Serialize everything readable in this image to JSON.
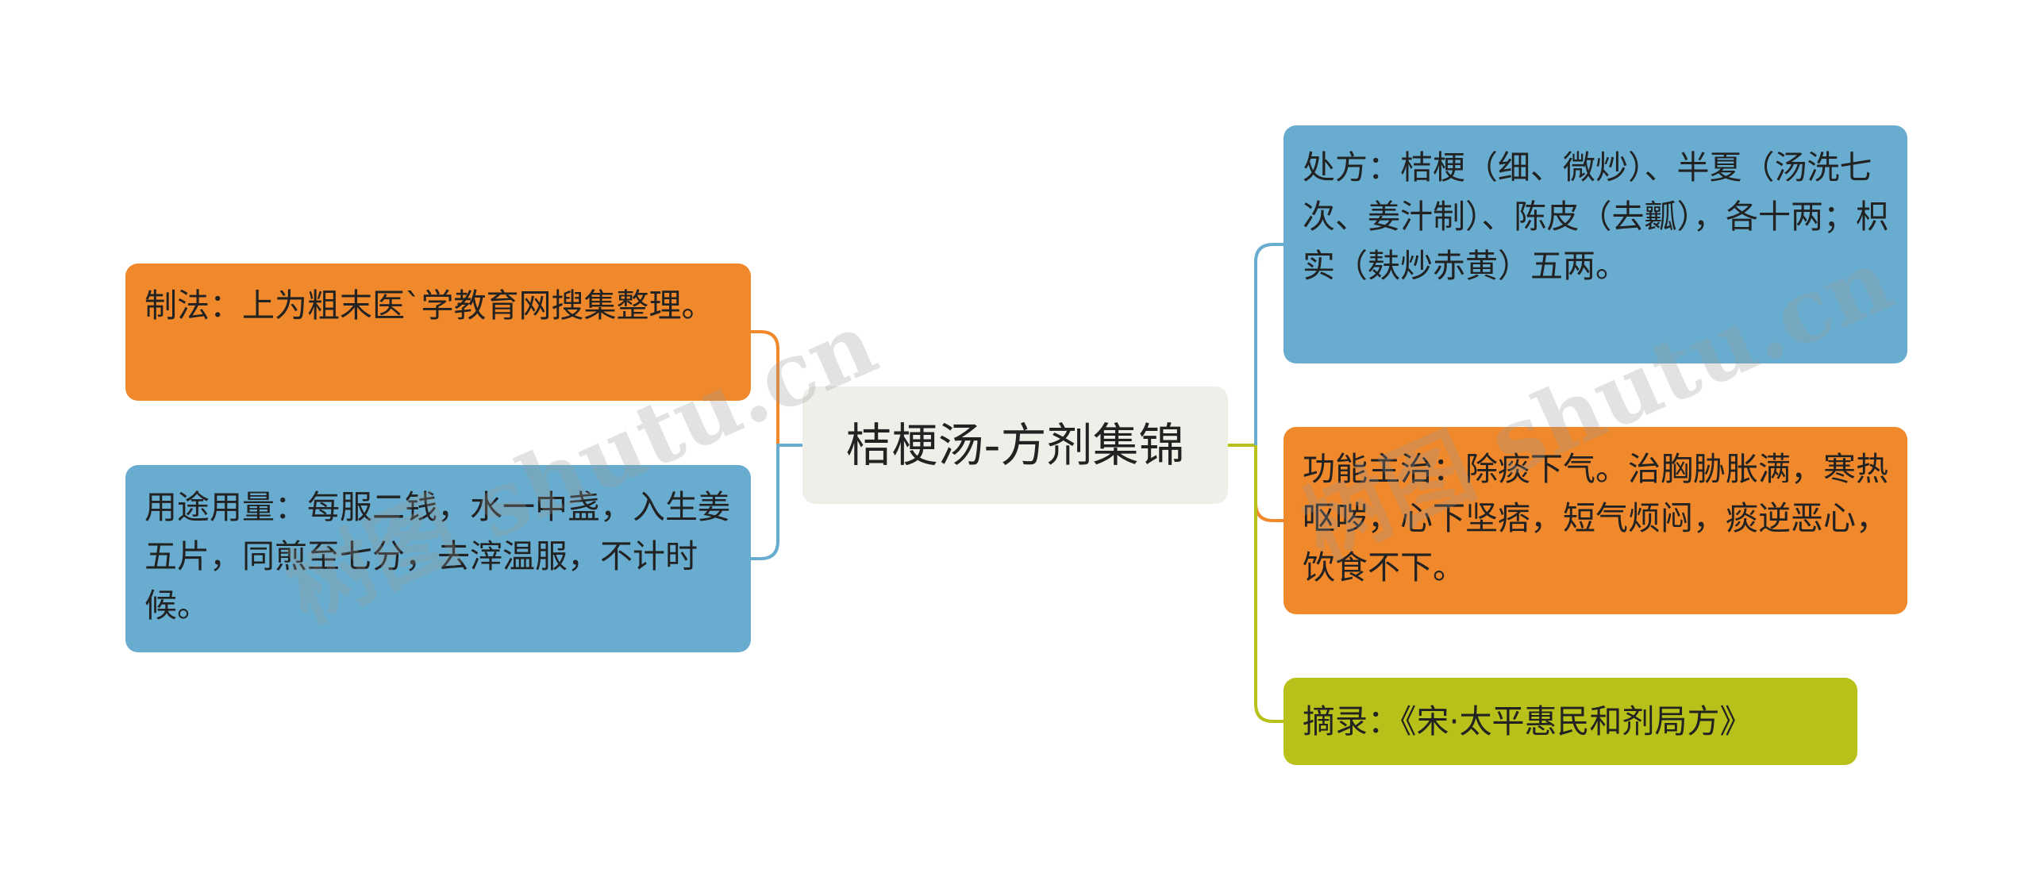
{
  "central": {
    "title": "桔梗汤-方剂集锦"
  },
  "left_branches": [
    {
      "text": "制法：上为粗末医`学教育网搜集整理。",
      "color": "#f0892b"
    },
    {
      "text": "用途用量：每服二钱，水一中盏，入生姜五片，同煎至七分，去滓温服，不计时候。",
      "color": "#68adcf"
    }
  ],
  "right_branches": [
    {
      "text": "处方：桔梗（细、微炒）、半夏（汤洗七次、姜汁制）、陈皮（去瓤），各十两；枳实（麸炒赤黄）五两。",
      "color": "#68adcf"
    },
    {
      "text": "功能主治：除痰下气。治胸胁胀满，寒热呕哕，心下坚痞，短气烦闷，痰逆恶心，饮食不下。",
      "color": "#f0892b"
    },
    {
      "text": "摘录：《宋·太平惠民和剂局方》",
      "color": "#b8c11a"
    }
  ],
  "watermarks": [
    "树图 shutu.cn",
    "树图 shutu.cn"
  ]
}
